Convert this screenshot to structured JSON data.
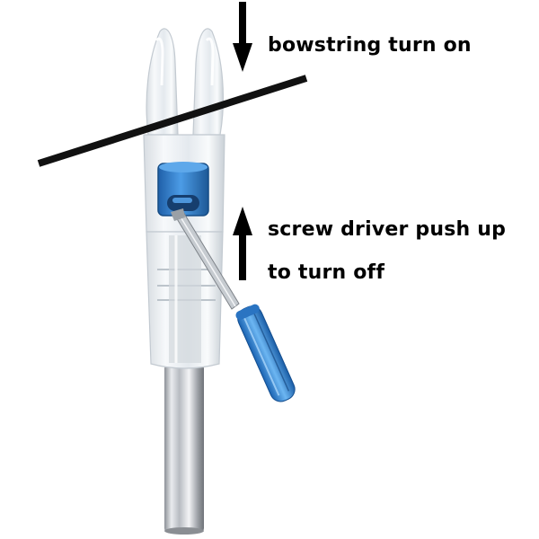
{
  "labels": {
    "bowstring": "bowstring turn on",
    "screwdriver_line1": "screw driver push up",
    "screwdriver_line2": "to turn off"
  },
  "colors": {
    "arrow": "#000000",
    "bowstring": "#111111",
    "shaft_metal": "#b8bcc2",
    "nock_clear": "#e9eef2",
    "led_blue": "#2f7fd0",
    "screwdriver_handle": "#3a8fd8"
  }
}
